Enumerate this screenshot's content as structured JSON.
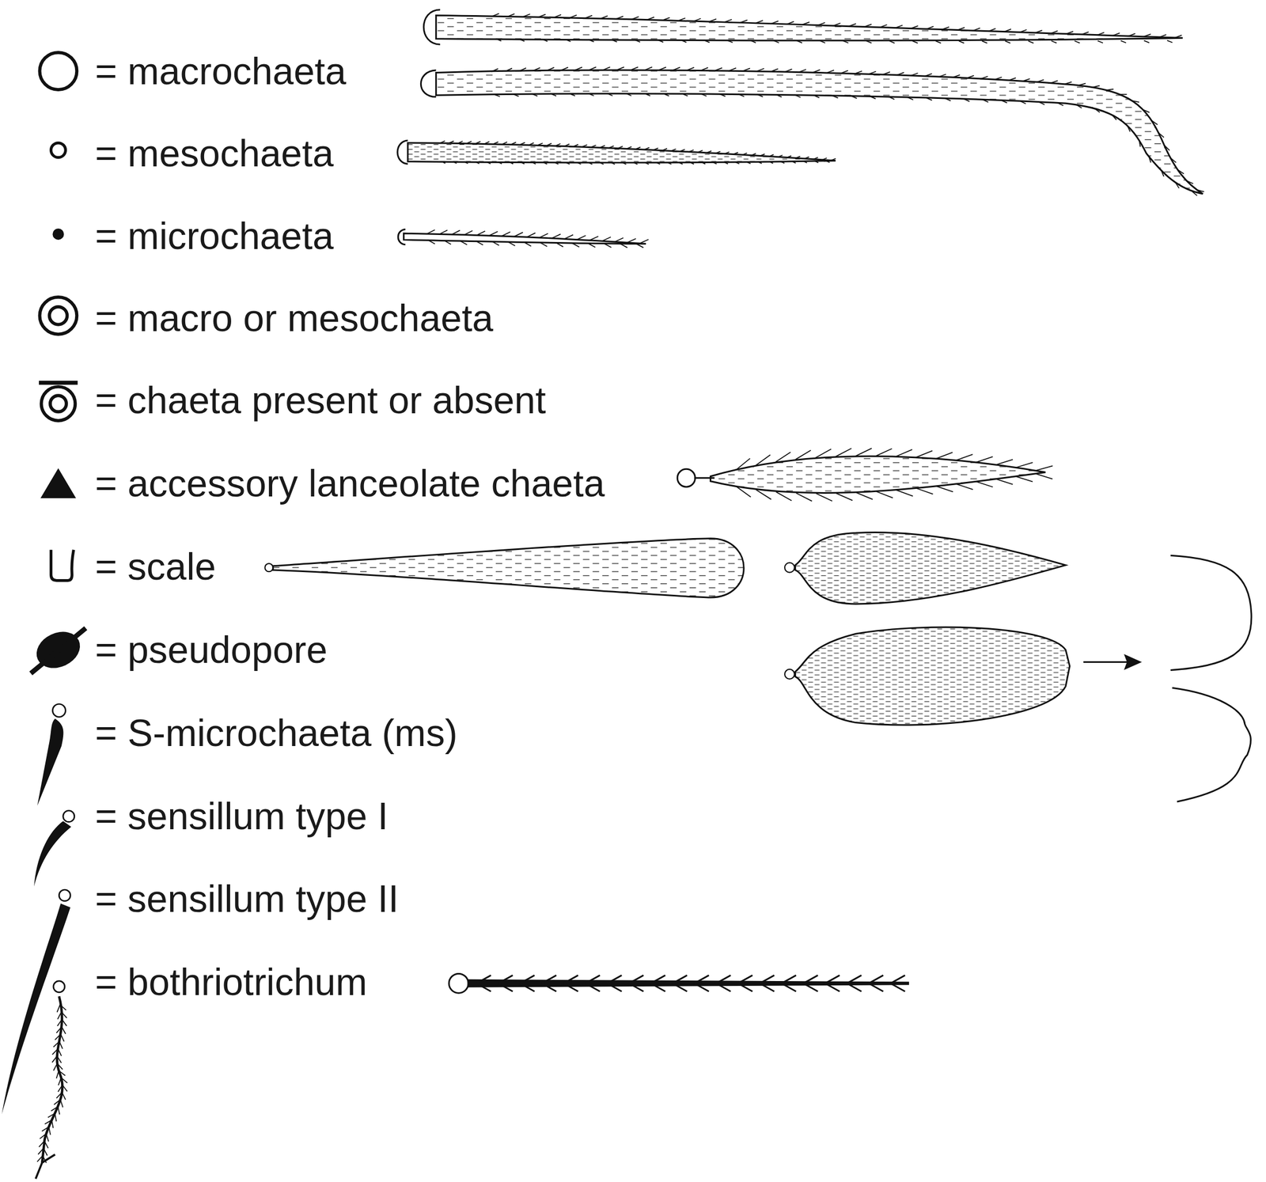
{
  "diagram": {
    "legend": [
      {
        "text": "= macrochaeta"
      },
      {
        "text": "= mesochaeta"
      },
      {
        "text": "= microchaeta"
      },
      {
        "text": "= macro or mesochaeta"
      },
      {
        "text": "= chaeta present or absent"
      },
      {
        "text": "= accessory lanceolate chaeta"
      },
      {
        "text": "= scale"
      },
      {
        "text": "= pseudopore"
      },
      {
        "text": "= S-microchaeta (ms)"
      },
      {
        "text": "= sensillum type I"
      },
      {
        "text": "= sensillum type II"
      },
      {
        "text": "= bothriotrichum"
      }
    ]
  }
}
